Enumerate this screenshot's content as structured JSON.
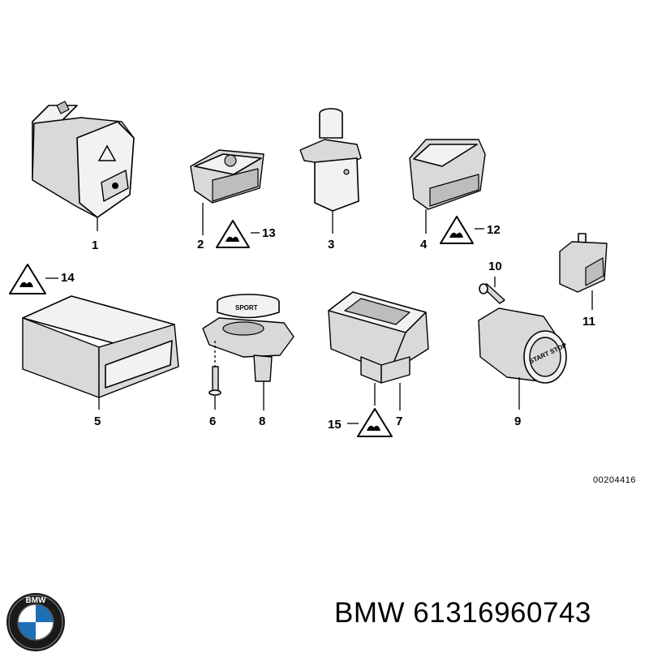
{
  "diagram": {
    "drawing_number": "00204416",
    "part_label": "BMW 61316960743",
    "logo_text": "BMW",
    "sport_label": "SPORT",
    "start_stop_label": "START STOP",
    "callouts": [
      "1",
      "2",
      "3",
      "4",
      "5",
      "6",
      "7",
      "8",
      "9",
      "10",
      "11",
      "12",
      "13",
      "14",
      "15"
    ]
  }
}
